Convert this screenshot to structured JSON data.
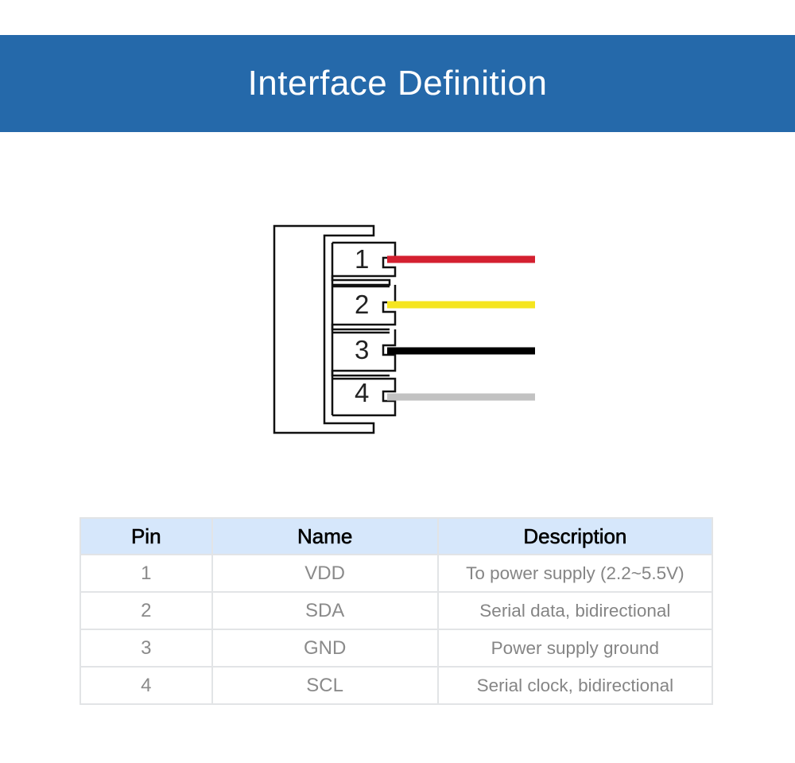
{
  "header": {
    "title": "Interface Definition",
    "background": "#2569aa"
  },
  "diagram": {
    "wires": [
      {
        "pin": "1",
        "color": "#d42030"
      },
      {
        "pin": "2",
        "color": "#f5e51f"
      },
      {
        "pin": "3",
        "color": "#000000"
      },
      {
        "pin": "4",
        "color": "#c2c2c2"
      }
    ]
  },
  "table": {
    "headers": [
      "Pin",
      "Name",
      "Description"
    ],
    "rows": [
      {
        "pin": "1",
        "name": "VDD",
        "description": "To power supply (2.2~5.5V)"
      },
      {
        "pin": "2",
        "name": "SDA",
        "description": "Serial data, bidirectional"
      },
      {
        "pin": "3",
        "name": "GND",
        "description": "Power supply ground"
      },
      {
        "pin": "4",
        "name": "SCL",
        "description": "Serial clock, bidirectional"
      }
    ],
    "header_background": "#d6e7fb"
  }
}
